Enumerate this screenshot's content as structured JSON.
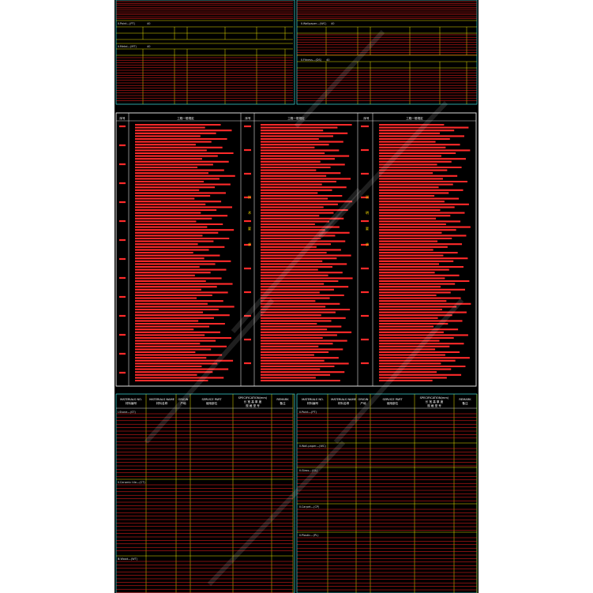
{
  "top_tables": {
    "left": {
      "section_a": {
        "label": "Ⅱ.Paint—(PT)",
        "count": "40"
      },
      "section_b": {
        "label": "Ⅱ.Metal—(MT)",
        "count": "40"
      }
    },
    "right": {
      "section_a": {
        "label": "Ⅱ.Wallpaper—(WC)",
        "count": "40"
      },
      "section_b": {
        "label": "Ⅱ.Fitness—(DS)",
        "count": "40"
      }
    }
  },
  "middle_panel": {
    "col_tag": "序号",
    "col_title": "工程一般规定",
    "vertical_labels": [
      "技",
      "术",
      "要",
      "求"
    ],
    "vertical_labels_right": [
      "说",
      "明",
      "要",
      "求"
    ]
  },
  "bottom_tables": {
    "headers": [
      "MATERIALS NO.",
      "MATERIALS NAME",
      "ORIGIN",
      "SERVICE PART",
      "SPECIFICATION(mm)",
      "REMARK"
    ],
    "header_sub": [
      "材料编号",
      "材料名称",
      "产地",
      "使用部位",
      "规 格 型 号",
      "备注"
    ],
    "spec_sub": "长 宽 高 厚 度",
    "left_sections": [
      {
        "label": "Ⅰ.Stone—(ST)"
      },
      {
        "label": "Ⅱ.Ceramic tile—(CT)"
      },
      {
        "label": "Ⅲ.Wood—(WT)"
      }
    ],
    "right_sections": [
      {
        "label": "Ⅱ.Paint—(PT)"
      },
      {
        "label": "Ⅱ.Wall-paper—(WC)"
      },
      {
        "label": "Ⅱ.Glass—(GL)"
      },
      {
        "label": "Ⅱ.Carpet—(CP)"
      },
      {
        "label": "Ⅱ.Plastic—(PL)"
      }
    ]
  },
  "colors": {
    "background": "#000000",
    "grid_red": "#ff2020",
    "grid_yellow": "#e8e000",
    "grid_cyan": "#37c9c9",
    "grid_white": "#dcdcdc",
    "text_red": "#ff2a2a",
    "page": "#ffffff"
  }
}
